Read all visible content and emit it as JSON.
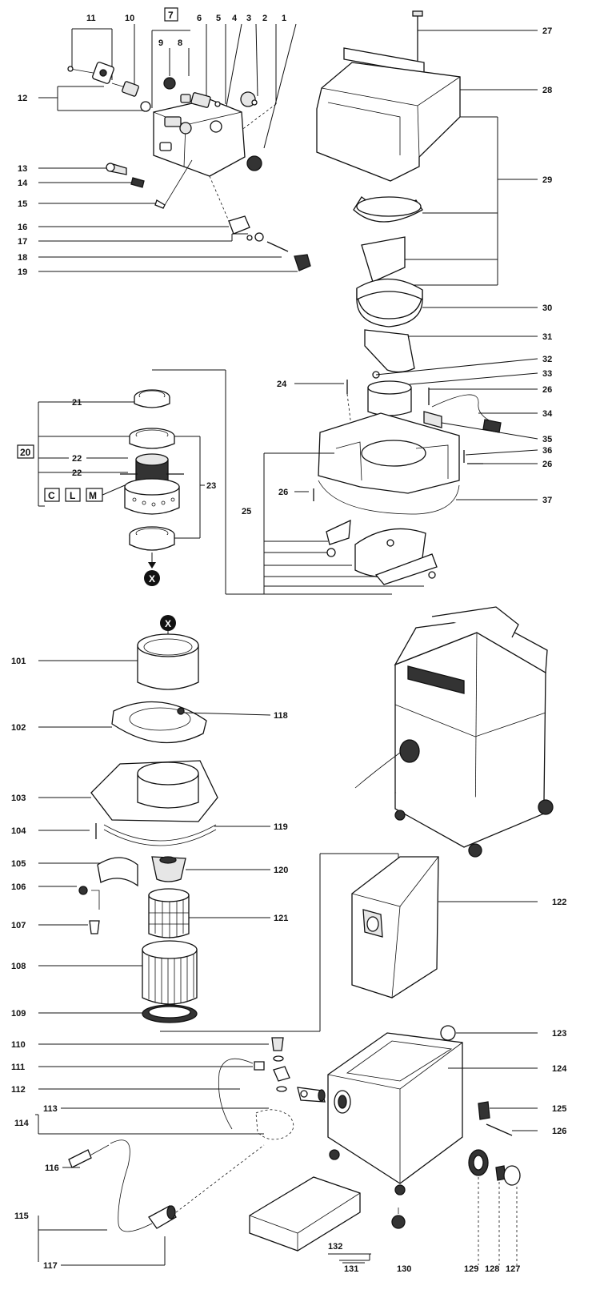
{
  "top_callouts": [
    "11",
    "10",
    "7",
    "9",
    "8",
    "6",
    "5",
    "4",
    "3",
    "2",
    "1"
  ],
  "left_callouts_upper": [
    "12",
    "13",
    "14",
    "15",
    "16",
    "17",
    "18",
    "19"
  ],
  "right_callouts_upper": [
    "27",
    "28",
    "29",
    "30",
    "31",
    "32",
    "33",
    "26",
    "34",
    "35",
    "36",
    "26",
    "37"
  ],
  "middle_left_callouts": [
    "21",
    "20",
    "22",
    "22",
    "23",
    "C",
    "L",
    "M",
    "X"
  ],
  "middle_center_callouts": [
    "24",
    "25",
    "26"
  ],
  "lower_left_callouts": [
    "X",
    "101",
    "102",
    "118",
    "103",
    "104",
    "119",
    "105",
    "120",
    "106",
    "107",
    "121",
    "108",
    "109"
  ],
  "lower_bottom_callouts": [
    "110",
    "111",
    "112",
    "113",
    "114",
    "116",
    "115",
    "117",
    "122",
    "123",
    "124",
    "125",
    "126",
    "132",
    "131",
    "130",
    "129",
    "128",
    "127"
  ]
}
